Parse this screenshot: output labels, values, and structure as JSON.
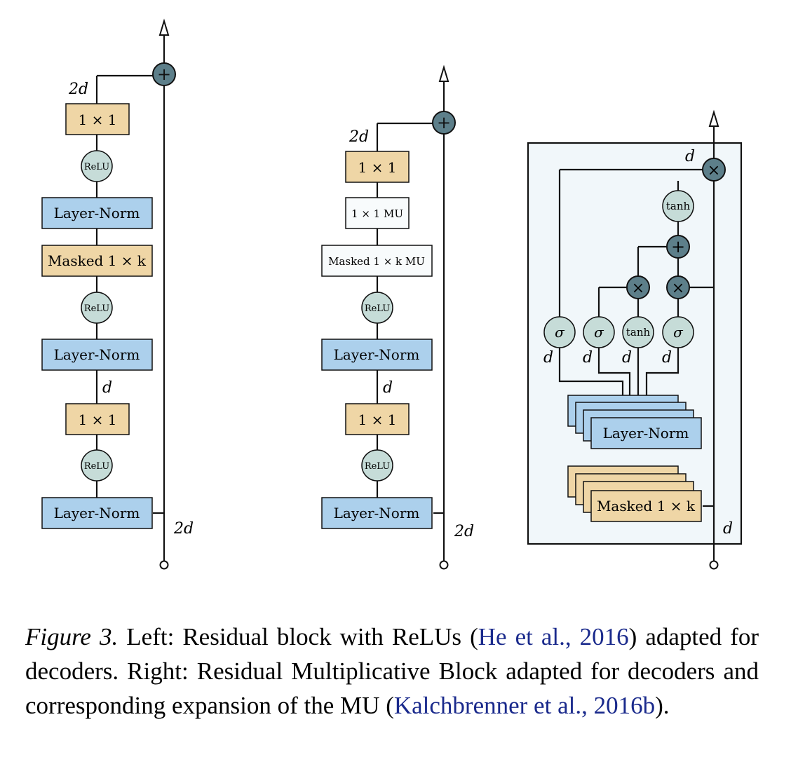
{
  "blocks": {
    "conv_1x1": "1 × 1",
    "relu": "ReLU",
    "layer_norm": "Layer-Norm",
    "masked_1xk": "Masked 1 × k",
    "mu_1x1": "1 × 1 MU",
    "masked_mu": "Masked 1 × k MU",
    "tanh": "tanh",
    "sigma": "σ",
    "plus": "+",
    "times": "×"
  },
  "dims": {
    "two_d": "2d",
    "d": "d"
  },
  "caption": {
    "fig_label": "Figure 3.",
    "part1": " Left:  Residual block with ReLUs (",
    "cite1": "He et al., 2016",
    "part2": ") adapted for decoders.  Right:  Residual Multiplicative Block adapted for decoders and corresponding expansion of the MU (",
    "cite2": "Kalchbrenner et al., 2016b",
    "part3": ")."
  },
  "colors": {
    "orange": "#efd6a6",
    "blue": "#acd0ec",
    "relu_fill": "#c6dcd8",
    "dark_circle": "#5d7f8a",
    "panel_bg": "#f1f7fa"
  }
}
